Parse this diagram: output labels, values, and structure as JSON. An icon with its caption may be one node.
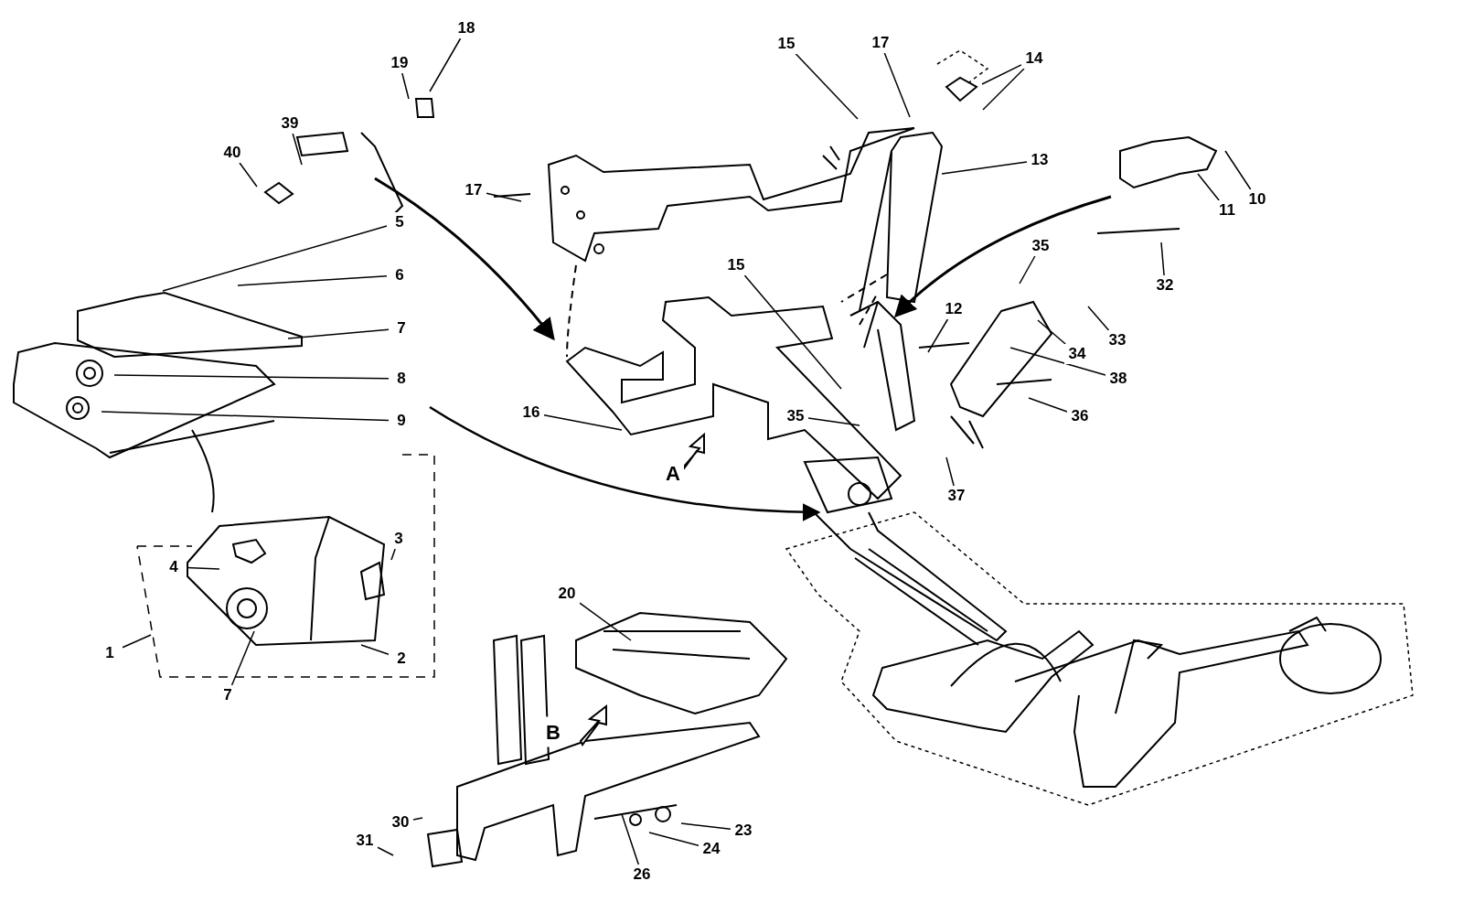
{
  "diagram": {
    "nodes": [
      {
        "text": [
          "18"
        ]
      },
      {
        "text": [
          "19"
        ]
      },
      {
        "text": [
          "39"
        ]
      },
      {
        "text": [
          "40"
        ]
      },
      {
        "text": [
          "5"
        ]
      },
      {
        "text": [
          "6"
        ]
      },
      {
        "text": [
          "7"
        ]
      },
      {
        "text": [
          "8"
        ]
      },
      {
        "text": [
          "9"
        ]
      },
      {
        "text": [
          "3"
        ]
      },
      {
        "text": [
          "4"
        ]
      },
      {
        "text": [
          "1"
        ]
      },
      {
        "text": [
          "2"
        ]
      },
      {
        "text": [
          "7"
        ]
      },
      {
        "text": [
          "15"
        ]
      },
      {
        "text": [
          "17"
        ]
      },
      {
        "text": [
          "14"
        ]
      },
      {
        "text": [
          "13"
        ]
      },
      {
        "text": [
          "10"
        ]
      },
      {
        "text": [
          "11"
        ]
      },
      {
        "text": [
          "17"
        ]
      },
      {
        "text": [
          "35"
        ]
      },
      {
        "text": [
          "32"
        ]
      },
      {
        "text": [
          "15"
        ]
      },
      {
        "text": [
          "12"
        ]
      },
      {
        "text": [
          "33"
        ]
      },
      {
        "text": [
          "34"
        ]
      },
      {
        "text": [
          "38"
        ]
      },
      {
        "text": [
          "16"
        ]
      },
      {
        "text": [
          "35"
        ]
      },
      {
        "text": [
          "36"
        ]
      },
      {
        "text": [
          "37"
        ]
      },
      {
        "text": [
          "20"
        ]
      },
      {
        "text": [
          "23"
        ]
      },
      {
        "text": [
          "24"
        ]
      },
      {
        "text": [
          "26"
        ]
      },
      {
        "text": [
          "30"
        ]
      },
      {
        "text": [
          "31"
        ]
      }
    ],
    "edges": [
      {
        "from": 0,
        "to": null,
        "arrow": "none"
      },
      {
        "from": 1,
        "to": null,
        "arrow": "none"
      },
      {
        "from": 2,
        "to": null,
        "arrow": "none"
      },
      {
        "from": 3,
        "to": null,
        "arrow": "none"
      },
      {
        "from": 4,
        "to": null,
        "arrow": "none"
      },
      {
        "from": 5,
        "to": null,
        "arrow": "none"
      },
      {
        "from": 6,
        "to": null,
        "arrow": "none"
      },
      {
        "from": 7,
        "to": null,
        "arrow": "none"
      },
      {
        "from": 8,
        "to": null,
        "arrow": "none"
      },
      {
        "from": 9,
        "to": null,
        "arrow": "none"
      },
      {
        "from": 10,
        "to": null,
        "arrow": "none"
      },
      {
        "from": 11,
        "to": null,
        "arrow": "none"
      },
      {
        "from": 12,
        "to": null,
        "arrow": "none"
      },
      {
        "from": 13,
        "to": null,
        "arrow": "none"
      },
      {
        "from": 14,
        "to": null,
        "arrow": "none"
      },
      {
        "from": 15,
        "to": null,
        "arrow": "none"
      },
      {
        "from": 16,
        "to": null,
        "arrow": "none"
      },
      {
        "from": 16,
        "to": null,
        "arrow": "none"
      },
      {
        "from": 17,
        "to": null,
        "arrow": "none"
      },
      {
        "from": 18,
        "to": null,
        "arrow": "none"
      },
      {
        "from": 19,
        "to": null,
        "arrow": "none"
      },
      {
        "from": 20,
        "to": null,
        "arrow": "none"
      },
      {
        "from": 21,
        "to": null,
        "arrow": "none"
      },
      {
        "from": 22,
        "to": null,
        "arrow": "none"
      },
      {
        "from": 23,
        "to": null,
        "arrow": "none"
      },
      {
        "from": 24,
        "to": null,
        "arrow": "none"
      },
      {
        "from": 25,
        "to": null,
        "arrow": "none"
      },
      {
        "from": 26,
        "to": null,
        "arrow": "none"
      },
      {
        "from": 27,
        "to": null,
        "arrow": "none"
      },
      {
        "from": 28,
        "to": null,
        "arrow": "none"
      },
      {
        "from": 29,
        "to": null,
        "arrow": "none"
      },
      {
        "from": 30,
        "to": null,
        "arrow": "none"
      },
      {
        "from": 31,
        "to": null,
        "arrow": "none"
      },
      {
        "from": 32,
        "to": null,
        "arrow": "none"
      },
      {
        "from": 33,
        "to": null,
        "arrow": "none"
      },
      {
        "from": 34,
        "to": null,
        "arrow": "none"
      },
      {
        "from": 35,
        "to": null,
        "arrow": "none"
      },
      {
        "from": 36,
        "to": null,
        "arrow": "none"
      },
      {
        "from": 37,
        "to": null,
        "arrow": "none"
      }
    ],
    "labels": [
      "A",
      "B"
    ]
  }
}
